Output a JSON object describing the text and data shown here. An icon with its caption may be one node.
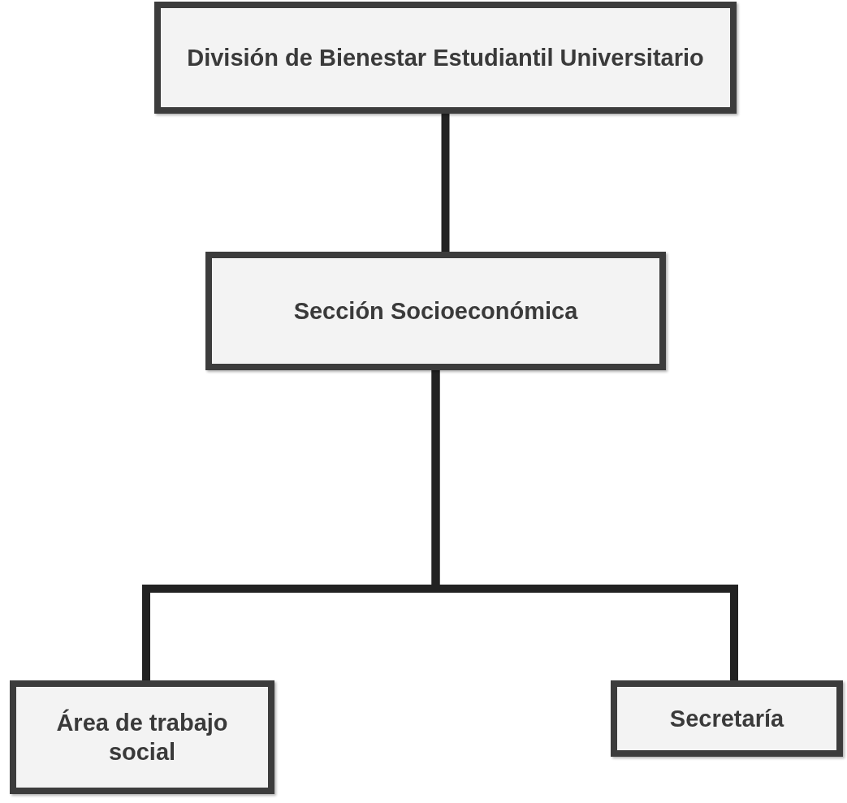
{
  "diagram": {
    "nodes": [
      {
        "text": [
          "División de Bienestar Estudiantil Universitario"
        ]
      },
      {
        "text": [
          "Sección Socioeconómica"
        ]
      },
      {
        "text": [
          "Área de trabajo social"
        ]
      },
      {
        "text": [
          "Secretaría"
        ]
      }
    ],
    "edges": [
      {
        "from": 0,
        "to": 1,
        "arrow": "none"
      },
      {
        "from": 1,
        "to": 2,
        "arrow": "none"
      },
      {
        "from": 1,
        "to": 3,
        "arrow": "none"
      }
    ]
  }
}
